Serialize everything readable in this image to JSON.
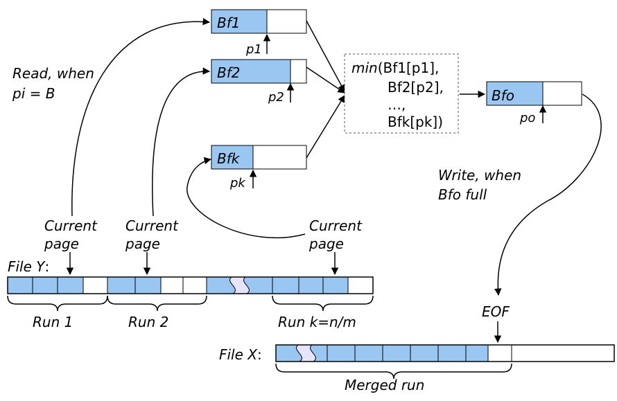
{
  "buffers": {
    "bf1": "Bf1",
    "bf2": "Bf2",
    "bfk": "Bfk",
    "bfo": "Bfo"
  },
  "pointers": {
    "p1": "p1",
    "p2": "p2",
    "pk": "pk",
    "po": "po"
  },
  "read_note": {
    "line1": "Read, when",
    "line2": "pi = B"
  },
  "write_note": {
    "line1": "Write, when",
    "line2": "Bfo full"
  },
  "min_box": {
    "func": "min",
    "line1": "(Bf1[p1],",
    "line2": "Bf2[p2],",
    "line3": "…,",
    "line4": "Bfk[pk])"
  },
  "current_page": {
    "line1": "Current",
    "line2": "page"
  },
  "file_y": {
    "name": "File Y",
    "colon": ":"
  },
  "runs": {
    "run1": "Run 1",
    "run2": "Run 2",
    "runk": "Run k=n/m"
  },
  "file_x": {
    "name": "File X",
    "colon": ":"
  },
  "eof": "EOF",
  "merged_run": "Merged run"
}
